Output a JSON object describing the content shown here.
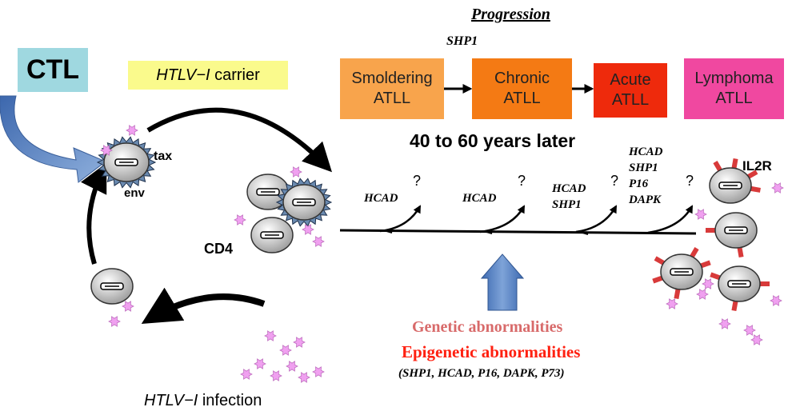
{
  "title": "Progression",
  "cells": {
    "ctl": "CTL",
    "carrier_italic": "HTLV−I",
    "carrier_rest": " carrier",
    "infection_italic": "HTLV−I",
    "infection_rest": " infection",
    "tax": "tax",
    "env": "env",
    "cd4": "CD4",
    "il2r": "IL2R"
  },
  "stages": [
    {
      "line1": "Smoldering",
      "line2": "ATLL",
      "color": "#f8a44c"
    },
    {
      "line1": "Chronic",
      "line2": "ATLL",
      "color": "#f47a14"
    },
    {
      "line1": "Acute",
      "line2": "ATLL",
      "color": "#ee2a0c"
    },
    {
      "line1": "Lymphoma",
      "line2": "ATLL",
      "color": "#f048a0"
    }
  ],
  "shp1_top": "SHP1",
  "timeline": "40 to 60 years later",
  "branches": [
    {
      "genes": [
        "HCAD"
      ],
      "mark": "?"
    },
    {
      "genes": [
        "HCAD"
      ],
      "mark": "?"
    },
    {
      "genes": [
        "HCAD",
        "SHP1"
      ],
      "mark": "?"
    },
    {
      "genes": [
        "HCAD",
        "SHP1",
        "P16",
        "DAPK"
      ],
      "mark": "?"
    }
  ],
  "abnormalities": {
    "genetic": "Genetic abnormalities",
    "epigenetic": "Epigenetic abnormalities",
    "genes": "(SHP1, HCAD, P16, DAPK, P73)"
  },
  "colors": {
    "ctl_box": "#9fd8e0",
    "carrier_box": "#fafa8c",
    "genetic": "#d86a6a",
    "epigenetic": "#ff2010",
    "virus": "#f0a0f0",
    "arrow_blue": "#4d7cc0"
  }
}
